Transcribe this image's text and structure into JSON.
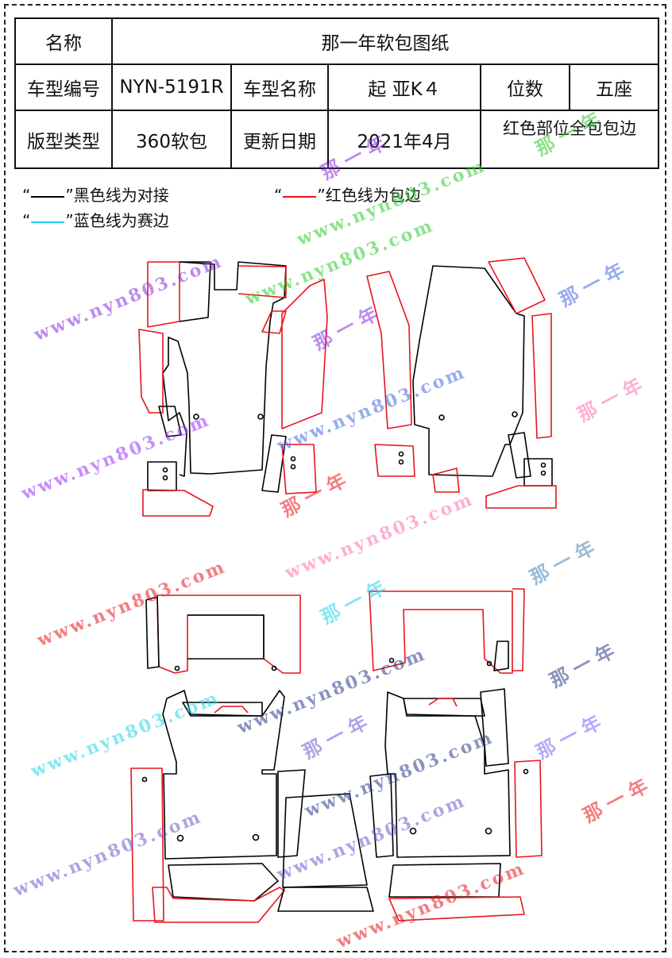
{
  "sheet": {
    "name_label": "名称",
    "name_value": "那一年软包图纸",
    "model_code_label": "车型编号",
    "model_code_value": "NYN-5191R",
    "model_name_label": "车型名称",
    "model_name_value": "起 亚K４",
    "seats_label": "位数",
    "seats_value": "五座",
    "type_label": "版型类型",
    "type_value": "360软包",
    "update_label": "更新日期",
    "update_value": "2021年4月",
    "note": "红色部位全包包边"
  },
  "legend": {
    "black_text": "黑色线为对接",
    "red_text": "红色线为包边",
    "cyan_text": "蓝色线为赛边",
    "quote_open": "“",
    "quote_close": "”",
    "black_color": "#000000",
    "red_color": "#e8141b",
    "cyan_color": "#1fd6e8"
  },
  "watermarks": {
    "url_text": "www.nyn803.com",
    "brand_text": "那一年"
  }
}
